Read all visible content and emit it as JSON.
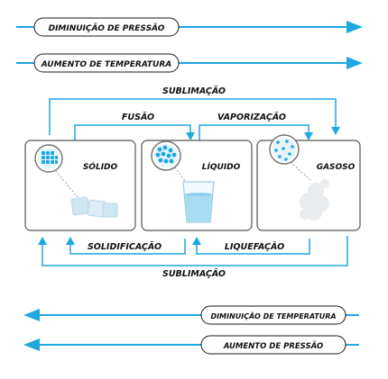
{
  "colors": {
    "accent": "#1ea7e1",
    "line": "#1a1a1a",
    "box": "#555555",
    "ice": "#cfe6f3",
    "water": "#a8dcf2"
  },
  "top_arrows": [
    {
      "label": "DIMINUIÇÃO DE PRESSÃO",
      "direction": "right"
    },
    {
      "label": "AUMENTO DE TEMPERATURA",
      "direction": "right"
    }
  ],
  "bottom_arrows": [
    {
      "label": "DIMINUIÇÃO DE TEMPERATURA",
      "direction": "left"
    },
    {
      "label": "AUMENTO DE PRESSÃO",
      "direction": "left"
    }
  ],
  "transitions": {
    "sublimation_top": "SUBLIMAÇÃO",
    "fusion": "FUSÃO",
    "vaporization": "VAPORIZAÇÃO",
    "solidification": "SOLIDIFICAÇÃO",
    "liquefaction": "LIQUEFAÇÃO",
    "sublimation_bottom": "SUBLIMAÇÃO"
  },
  "states": [
    {
      "label": "SÓLIDO",
      "icon": "ice-cubes-icon"
    },
    {
      "label": "LÍQUIDO",
      "icon": "water-glass-icon"
    },
    {
      "label": "GASOSO",
      "icon": "steam-cloud-icon"
    }
  ]
}
